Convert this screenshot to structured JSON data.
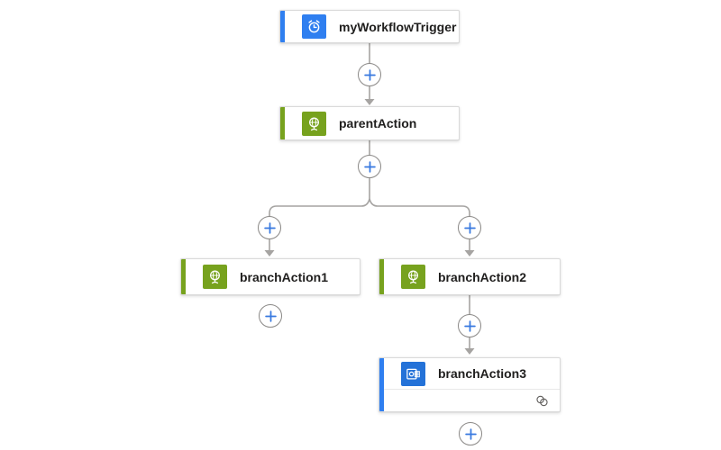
{
  "designer": {
    "background": "#ffffff",
    "colors": {
      "accent_blue": "#2f7ff0",
      "accent_green": "#77a21e",
      "outlook_icon_blue": "#2472d8",
      "connector_gray": "#a6a4a2",
      "plus_circle_border": "#8a8886",
      "plus_sign_blue": "#3778df",
      "card_border": "#dadada",
      "title_text": "#1f1e1d"
    },
    "nodes": [
      {
        "label": "myWorkflowTrigger",
        "kind": "trigger",
        "icon": "recurrence-clock-icon",
        "accent": "blue"
      },
      {
        "label": "parentAction",
        "kind": "action",
        "icon": "http-globe-icon",
        "accent": "green"
      },
      {
        "label": "branchAction1",
        "kind": "action",
        "icon": "http-globe-icon",
        "accent": "green"
      },
      {
        "label": "branchAction2",
        "kind": "action",
        "icon": "http-globe-icon",
        "accent": "green"
      },
      {
        "label": "branchAction3",
        "kind": "action",
        "icon": "outlook-icon",
        "accent": "blue",
        "badge_icon": "connection-icon"
      }
    ]
  }
}
